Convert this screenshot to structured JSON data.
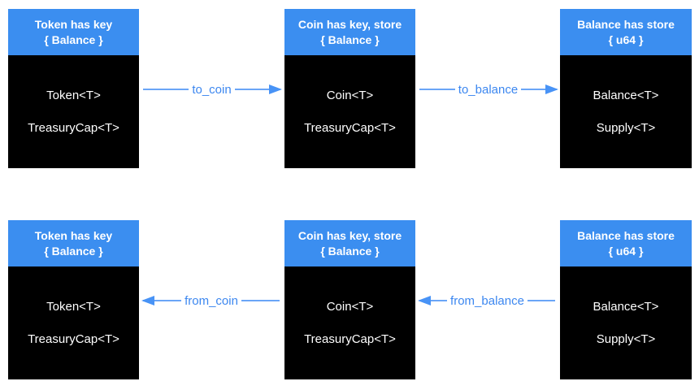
{
  "colors": {
    "page_bg": "#ffffff",
    "header_bg": "#3b8ef0",
    "body_bg": "#000000",
    "box_text": "#ffffff",
    "arrow_line": "#6aa5f7",
    "arrow_head": "#4893f6",
    "arrow_label_text": "#3c87f0"
  },
  "rows": [
    {
      "boxes": [
        {
          "title1": "Token has key",
          "title2": "{ Balance }",
          "fields": [
            "Token<T>",
            "TreasuryCap<T>"
          ]
        },
        {
          "title1": "Coin has key, store",
          "title2": "{ Balance }",
          "fields": [
            "Coin<T>",
            "TreasuryCap<T>"
          ]
        },
        {
          "title1": "Balance has store",
          "title2": "{ u64 }",
          "fields": [
            "Balance<T>",
            "Supply<T>"
          ]
        }
      ],
      "arrows": [
        {
          "label": "to_coin",
          "direction": "right"
        },
        {
          "label": "to_balance",
          "direction": "right"
        }
      ]
    },
    {
      "boxes": [
        {
          "title1": "Token has key",
          "title2": "{ Balance }",
          "fields": [
            "Token<T>",
            "TreasuryCap<T>"
          ]
        },
        {
          "title1": "Coin has key, store",
          "title2": "{ Balance }",
          "fields": [
            "Coin<T>",
            "TreasuryCap<T>"
          ]
        },
        {
          "title1": "Balance has store",
          "title2": "{ u64 }",
          "fields": [
            "Balance<T>",
            "Supply<T>"
          ]
        }
      ],
      "arrows": [
        {
          "label": "from_coin",
          "direction": "left"
        },
        {
          "label": "from_balance",
          "direction": "left"
        }
      ]
    }
  ]
}
